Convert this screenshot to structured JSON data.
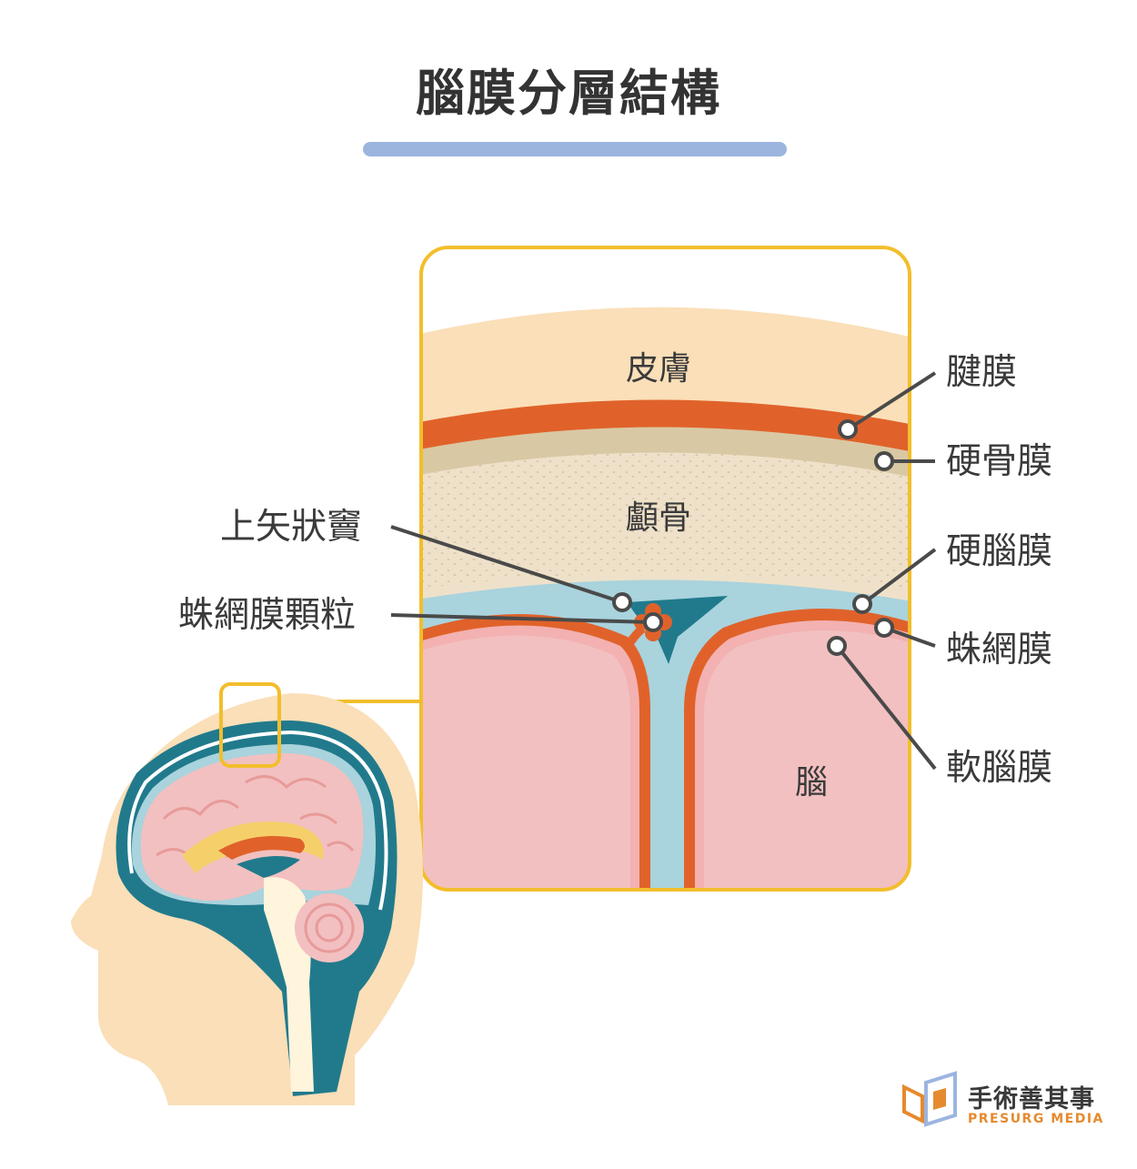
{
  "title": "腦膜分層結構",
  "inner_labels": {
    "skin": "皮膚",
    "skull": "顱骨",
    "brain": "腦"
  },
  "right_labels": {
    "galea": "腱膜",
    "periosteum": "硬骨膜",
    "dura": "硬腦膜",
    "arachnoid": "蛛網膜",
    "pia": "軟腦膜"
  },
  "left_labels": {
    "sinus": "上矢狀竇",
    "granulation": "蛛網膜顆粒"
  },
  "brand": {
    "name_zh": "手術善其事",
    "name_en": "PRESURG MEDIA"
  },
  "colors": {
    "frame": "#f2be2c",
    "skin": "#fadfb8",
    "galea": "#e0622a",
    "bone": "#efe1c9",
    "csf": "#a9d3dd",
    "brain": "#f2c0c0",
    "sinus": "#217a8c",
    "title_bar": "#9bb5df"
  }
}
